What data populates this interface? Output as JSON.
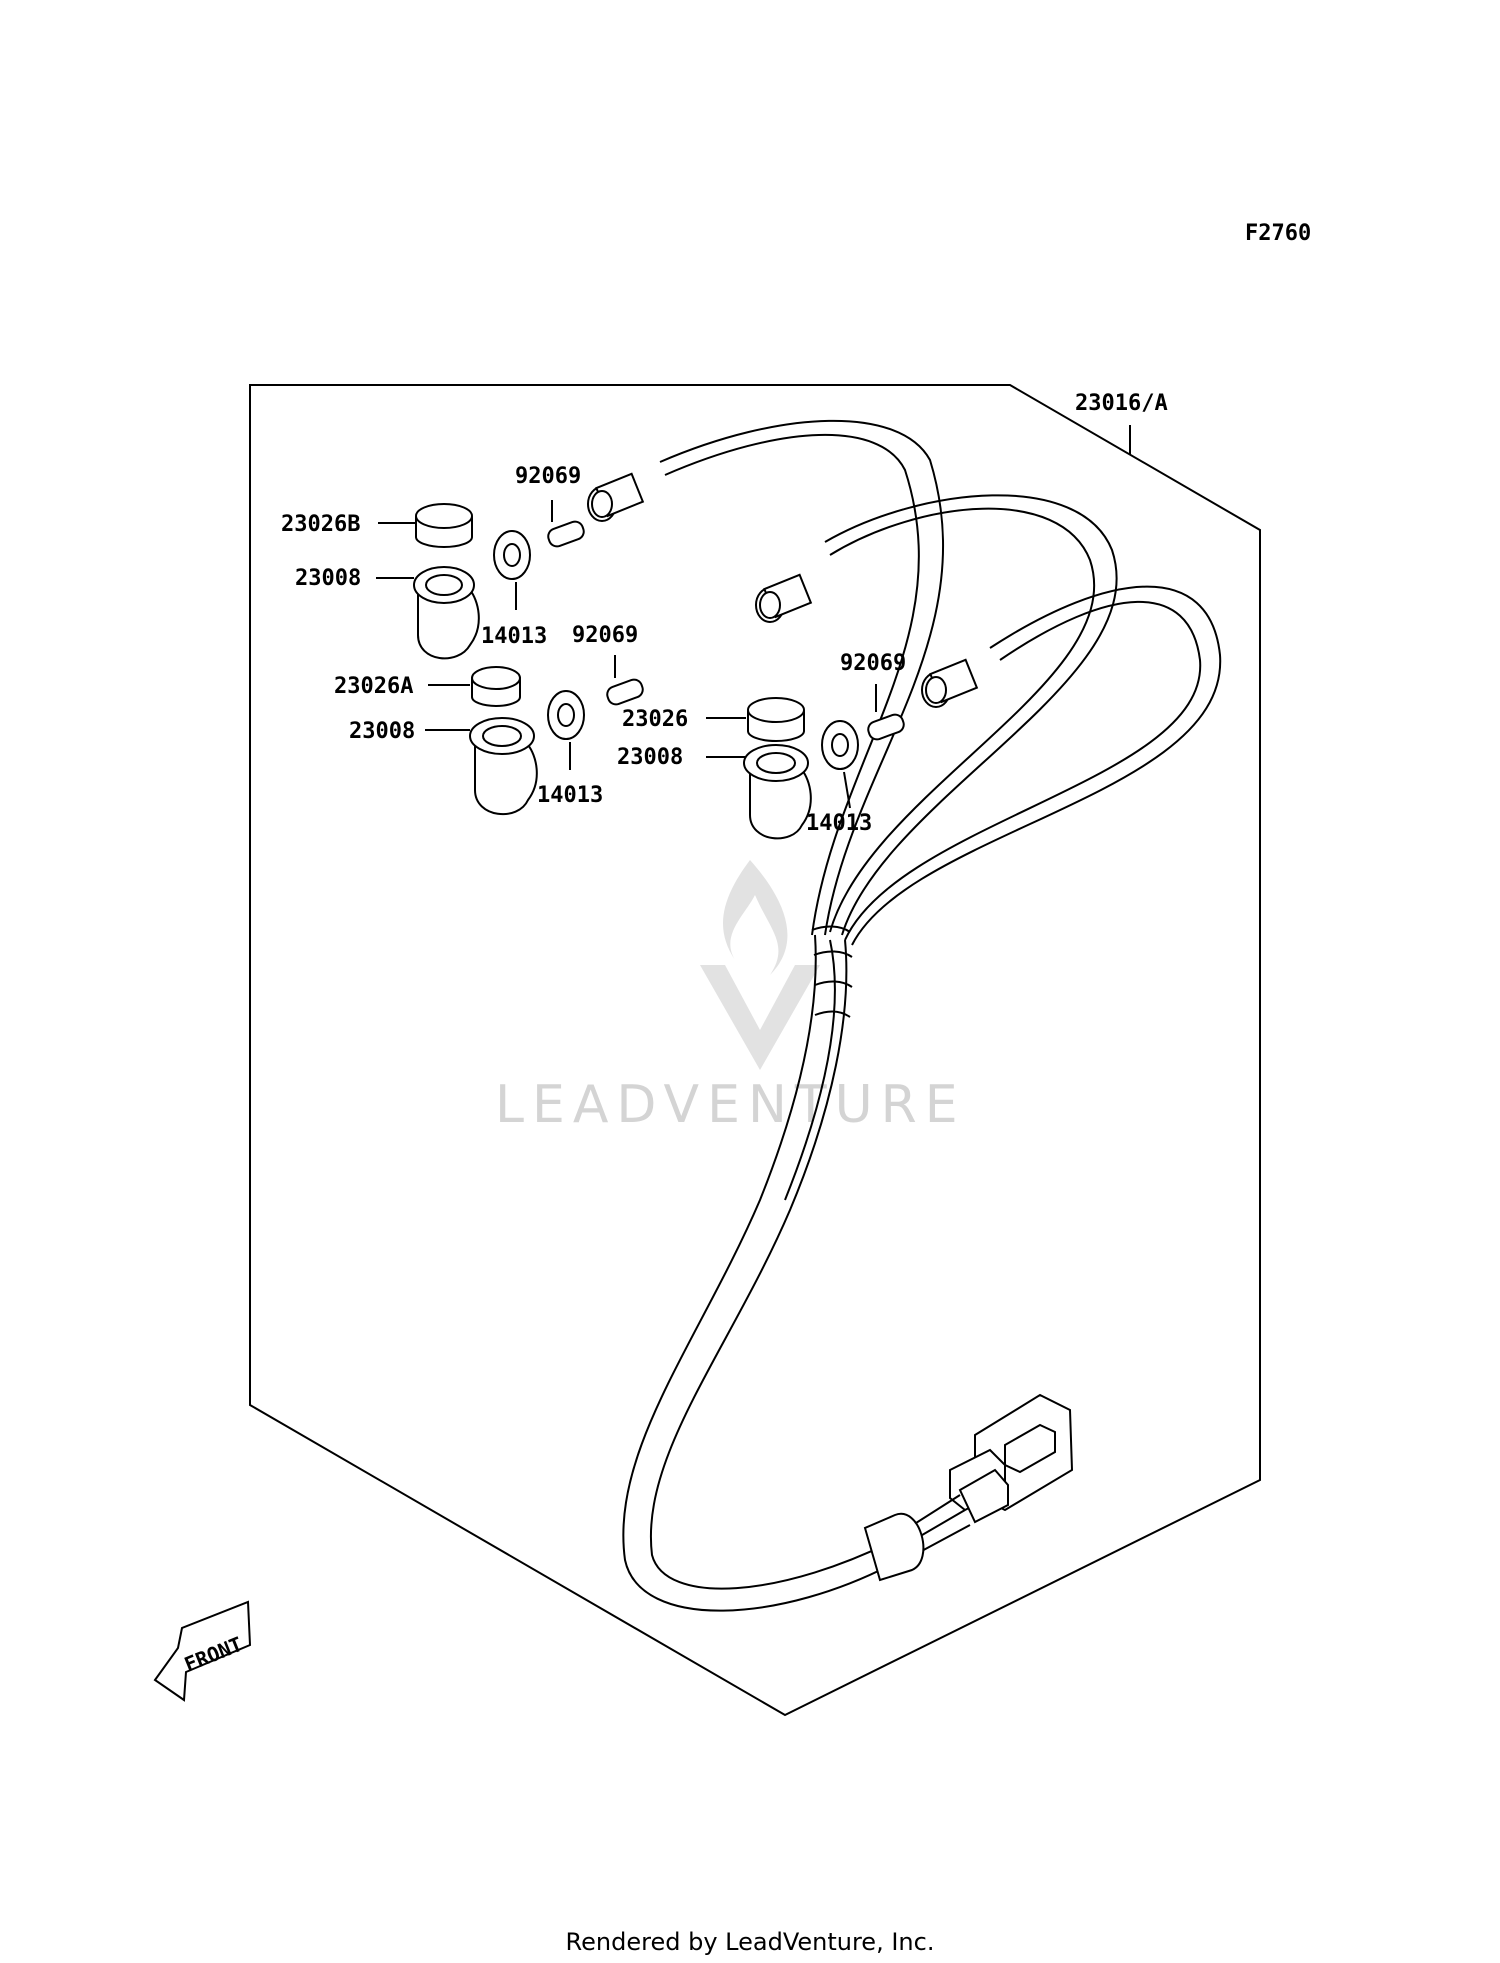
{
  "figure_code": "F2760",
  "part_labels": {
    "harness": "23016/A",
    "cap_b": "23026B",
    "socket_1": "23008",
    "bulb_1": "92069",
    "grommet_1": "14013",
    "bulb_2": "92069",
    "cap_a": "23026A",
    "socket_2": "23008",
    "grommet_2": "14013",
    "bulb_3": "92069",
    "cap_c": "23026",
    "socket_3": "23008",
    "grommet_3": "14013"
  },
  "front_arrow": "FRONT",
  "watermark": "LEADVENTURE",
  "footer": "Rendered by LeadVenture, Inc."
}
